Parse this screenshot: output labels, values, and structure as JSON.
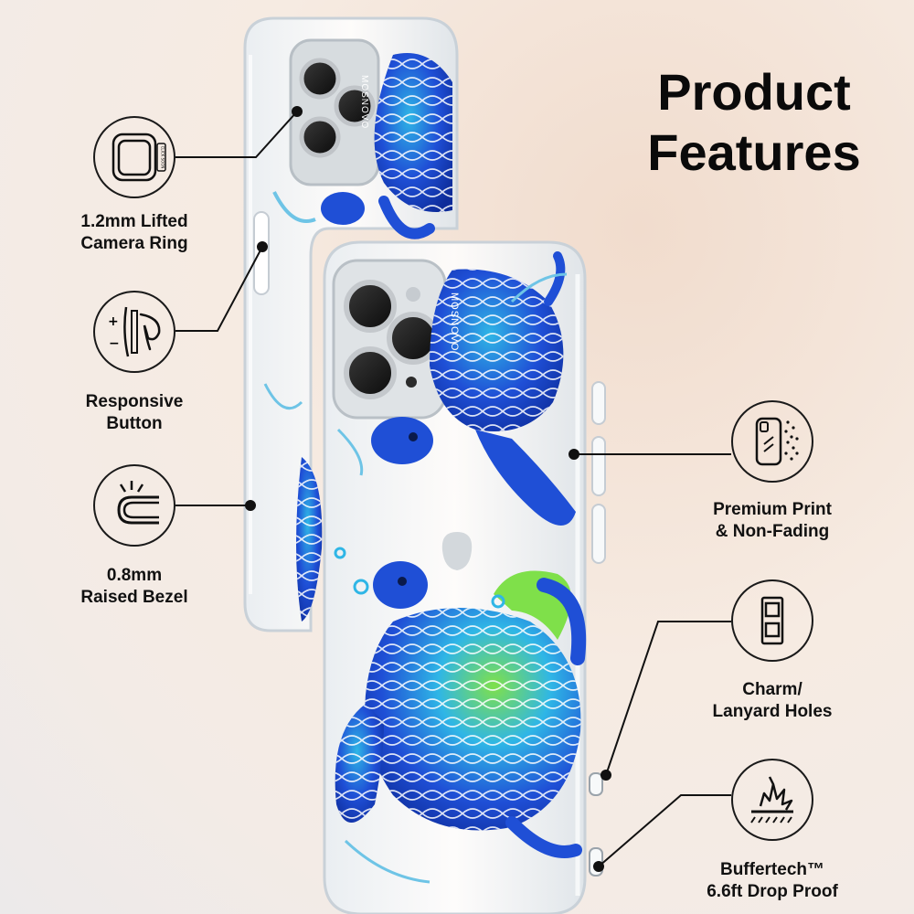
{
  "headline": {
    "line1": "Product",
    "line2": "Features"
  },
  "features": [
    {
      "id": "camera-ring",
      "icon": "camera-ring-icon",
      "line1": "1.2mm Lifted",
      "line2": "Camera Ring"
    },
    {
      "id": "responsive-button",
      "icon": "button-press-icon",
      "line1": "Responsive",
      "line2": "Button"
    },
    {
      "id": "raised-bezel",
      "icon": "raised-bezel-icon",
      "line1": "0.8mm",
      "line2": "Raised Bezel"
    },
    {
      "id": "premium-print",
      "icon": "phone-print-icon",
      "line1": "Premium Print",
      "line2": "& Non-Fading"
    },
    {
      "id": "lanyard-holes",
      "icon": "lanyard-hole-icon",
      "line1": "Charm/",
      "line2": "Lanyard Holes"
    },
    {
      "id": "drop-proof",
      "icon": "impact-shield-icon",
      "line1": "Buffertech™",
      "line2": "6.6ft Drop Proof"
    }
  ],
  "product": {
    "brand_mark": "MOSNOVO",
    "icon_label": "CLICK SOON",
    "pattern": "sea-turtle-watercolor",
    "colors": {
      "accent_blue": "#1f4fd6",
      "deep_blue": "#0d2c9a",
      "aqua": "#2fb6e6",
      "lime": "#7fe04a"
    }
  }
}
